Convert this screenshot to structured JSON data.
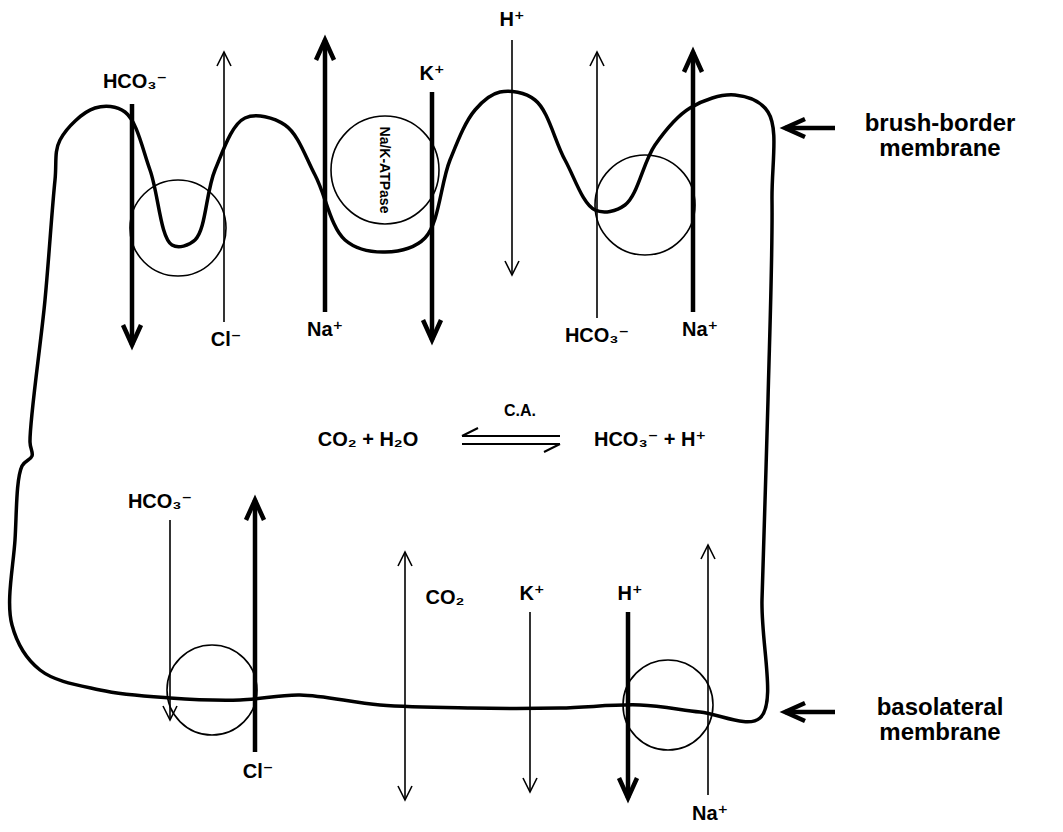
{
  "diagram": {
    "nodes": [
      {
        "text": [
          "Na/K-ATPase"
        ]
      }
    ],
    "labels": [
      "HCO₃⁻",
      "Cl⁻",
      "Na⁺",
      "K⁺",
      "H⁺",
      "HCO₃⁻",
      "Na⁺",
      "brush-border membrane",
      "CO₂ + H₂O",
      "C.A.",
      "HCO₃⁻ + H⁺",
      "HCO₃⁻",
      "Cl⁻",
      "CO₂",
      "K⁺",
      "H⁺",
      "Na⁺",
      "basolateral membrane"
    ]
  }
}
